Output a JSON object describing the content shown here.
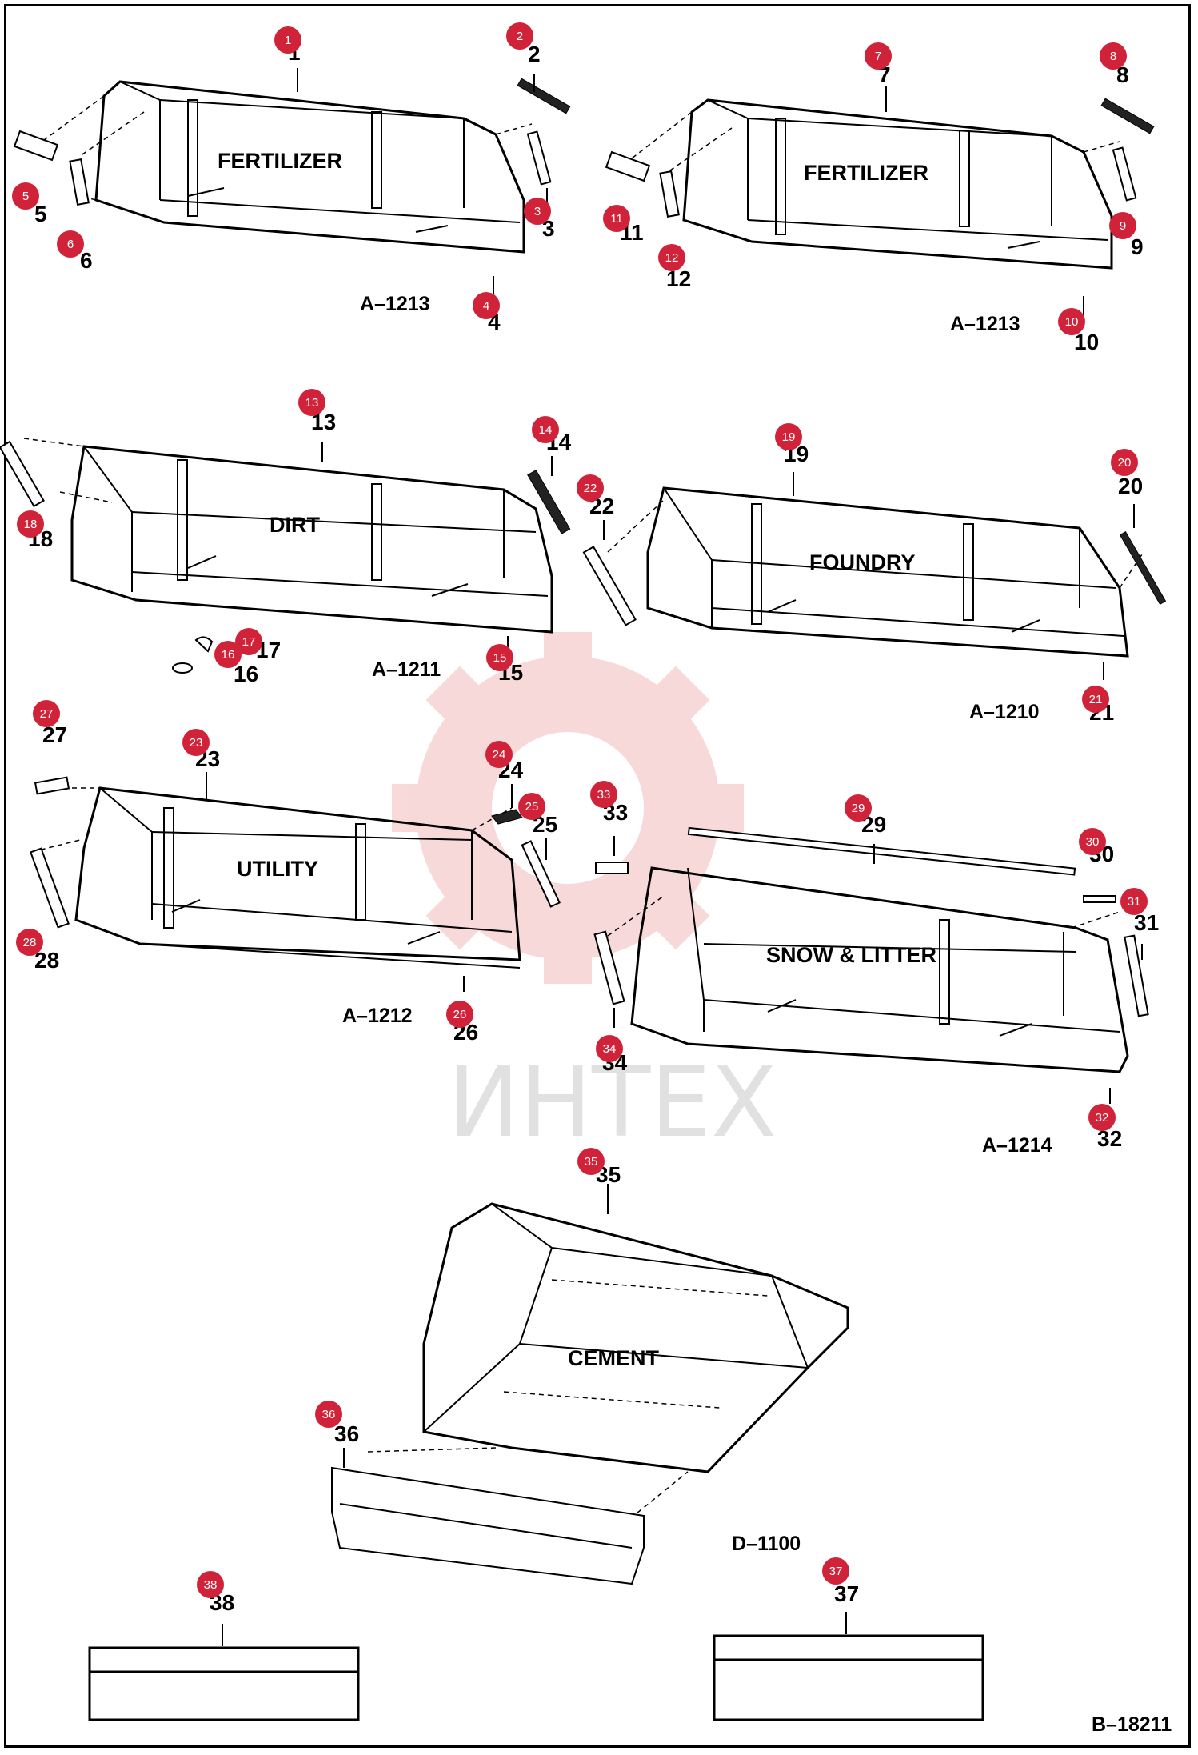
{
  "buckets": [
    {
      "id": "fertilizer-1",
      "name": "FERTILIZER",
      "code": "A–1213"
    },
    {
      "id": "fertilizer-2",
      "name": "FERTILIZER",
      "code": "A–1213"
    },
    {
      "id": "dirt",
      "name": "DIRT",
      "code": "A–1211"
    },
    {
      "id": "foundry",
      "name": "FOUNDRY",
      "code": "A–1210"
    },
    {
      "id": "utility",
      "name": "UTILITY",
      "code": "A–1212"
    },
    {
      "id": "snow",
      "name": "SNOW & LITTER",
      "code": "A–1214"
    },
    {
      "id": "cement",
      "name": "CEMENT",
      "code": "D–1100"
    }
  ],
  "callouts": [
    "1",
    "2",
    "3",
    "4",
    "5",
    "6",
    "7",
    "8",
    "9",
    "10",
    "11",
    "12",
    "13",
    "14",
    "15",
    "16",
    "17",
    "18",
    "19",
    "20",
    "21",
    "22",
    "23",
    "24",
    "25",
    "26",
    "27",
    "28",
    "29",
    "30",
    "31",
    "32",
    "33",
    "34",
    "35",
    "36",
    "37",
    "38"
  ],
  "drawing_number": "B–18211",
  "watermark": "ИНТЕХ",
  "colors": {
    "badge": "#d0233a",
    "watermark": "#f3c6c6"
  }
}
